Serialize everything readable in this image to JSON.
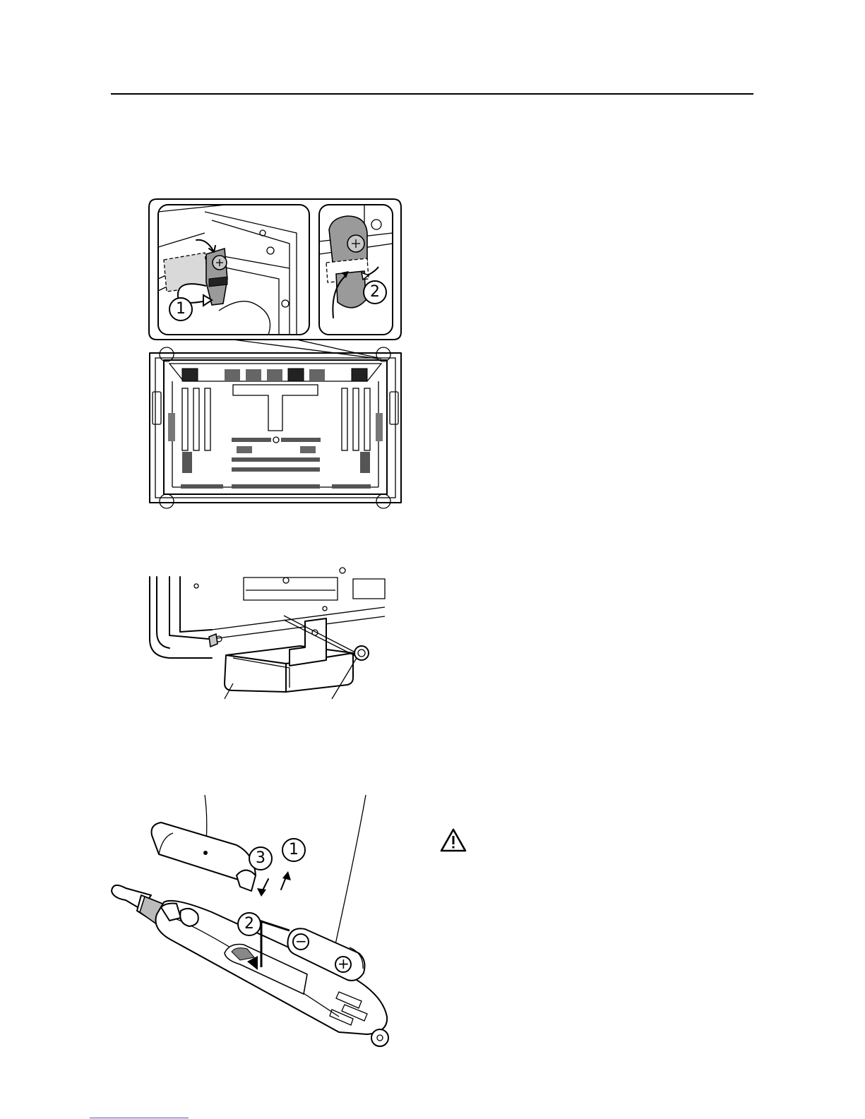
{
  "figure1": {
    "step_1": "1",
    "step_2": "2"
  },
  "figure3": {
    "step_1": "1",
    "step_2": "2",
    "step_3": "3"
  },
  "icons": {
    "warning": "warning-triangle-icon",
    "battery_minus": "minus-terminal-icon",
    "battery_plus": "plus-terminal-icon"
  },
  "colors": {
    "line": "#000000",
    "fill_gray": "#9a9a9a",
    "link_underline": "#3a5fcd"
  }
}
